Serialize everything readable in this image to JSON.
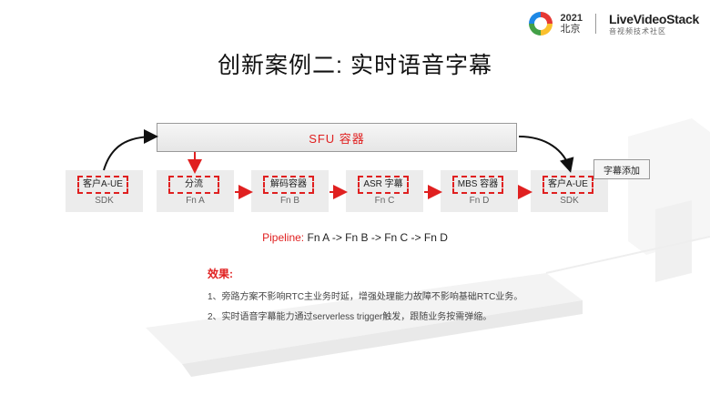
{
  "header": {
    "year": "2021",
    "city": "北京",
    "brand_name": "LiveVideoStack",
    "brand_sub": "音视频技术社区"
  },
  "title": "创新案例二: 实时语音字幕",
  "sfu_label": "SFU 容器",
  "nodes": [
    {
      "label": "客户A-UE",
      "sub": "SDK"
    },
    {
      "label": "分流",
      "sub": "Fn A"
    },
    {
      "label": "解码容器",
      "sub": "Fn B"
    },
    {
      "label": "ASR 字幕",
      "sub": "Fn C"
    },
    {
      "label": "MBS 容器",
      "sub": "Fn D"
    },
    {
      "label": "客户A-UE",
      "sub": "SDK"
    }
  ],
  "note": "字幕添加",
  "pipeline": {
    "label": "Pipeline:",
    "flow": "Fn A -> Fn B -> Fn C -> Fn D"
  },
  "effects": {
    "heading": "效果:",
    "items": [
      "1、旁路方案不影响RTC主业务时延，增强处理能力故障不影响基础RTC业务。",
      "2、实时语音字幕能力通过serverless trigger触发，跟随业务按需弹缩。"
    ]
  },
  "colors": {
    "accent_red": "#e02020",
    "node_bg": "#ececec",
    "sfu_bg": "#eeeeee"
  }
}
